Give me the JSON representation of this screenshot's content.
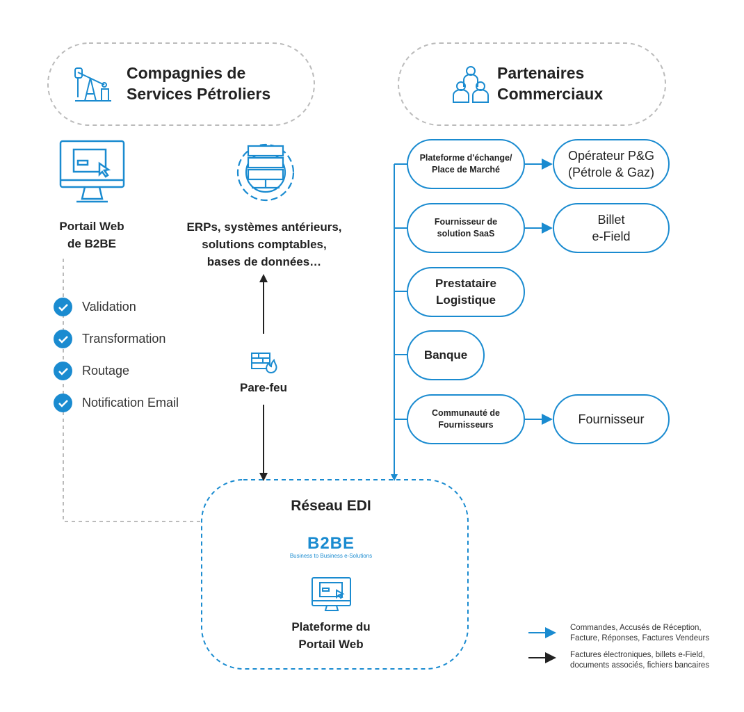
{
  "left_group": {
    "title_line1": "Compagnies de",
    "title_line2": "Services Pétroliers",
    "icon": "oil-pump-icon"
  },
  "right_group": {
    "title_line1": "Partenaires",
    "title_line2": "Commerciaux",
    "icon": "people-group-icon"
  },
  "portal": {
    "label_line1": "Portail Web",
    "label_line2": "de B2BE",
    "icon": "monitor-icon"
  },
  "erp": {
    "label_line1": "ERPs, systèmes antérieurs,",
    "label_line2": "solutions comptables,",
    "label_line3": "bases de données…",
    "icon": "server-gear-icon"
  },
  "checklist": [
    "Validation",
    "Transformation",
    "Routage",
    "Notification Email"
  ],
  "firewall": {
    "label": "Pare-feu",
    "icon": "firewall-icon"
  },
  "partners": [
    {
      "line1": "Plateforme d'échange/",
      "line2": "Place de Marché",
      "target_line1": "Opérateur P&G",
      "target_line2": "(Pétrole & Gaz)"
    },
    {
      "line1": "Fournisseur de",
      "line2": "solution SaaS",
      "target_line1": "Billet",
      "target_line2": "e-Field"
    },
    {
      "line1": "Prestataire",
      "line2": "Logistique"
    },
    {
      "line1": "Banque"
    },
    {
      "line1": "Communauté de",
      "line2": "Fournisseurs",
      "target_line1": "Fournisseur"
    }
  ],
  "edi": {
    "title": "Réseau EDI",
    "logo_text": "B2BE",
    "logo_tagline": "Business to Business e-Solutions",
    "label_line1": "Plateforme du",
    "label_line2": "Portail Web"
  },
  "legend": [
    {
      "color": "#1a8bd0",
      "line1": "Commandes, Accusés de Réception,",
      "line2": "Facture, Réponses, Factures Vendeurs"
    },
    {
      "color": "#222222",
      "line1": "Factures électroniques, billets e-Field,",
      "line2": "documents associés, fichiers bancaires"
    }
  ],
  "colors": {
    "accent": "#1a8bd0",
    "dark": "#222222",
    "dash": "#bbbbbb"
  }
}
